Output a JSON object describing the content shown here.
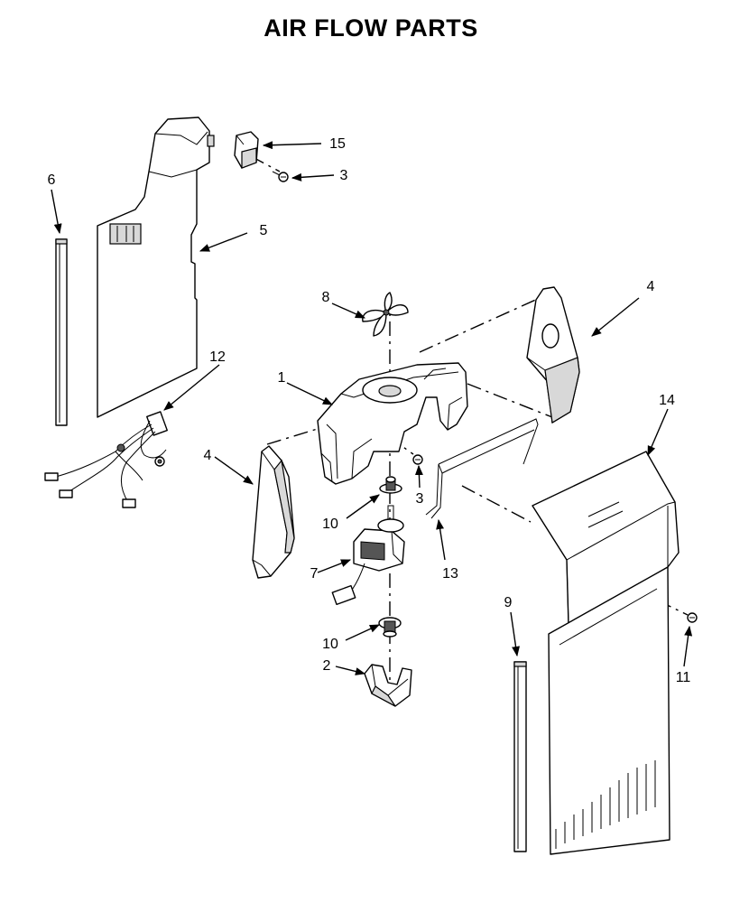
{
  "title": "AIR FLOW PARTS",
  "callouts": [
    "1",
    "2",
    "3",
    "3",
    "4",
    "4",
    "5",
    "6",
    "7",
    "8",
    "9",
    "10",
    "10",
    "11",
    "12",
    "13",
    "14",
    "15"
  ]
}
